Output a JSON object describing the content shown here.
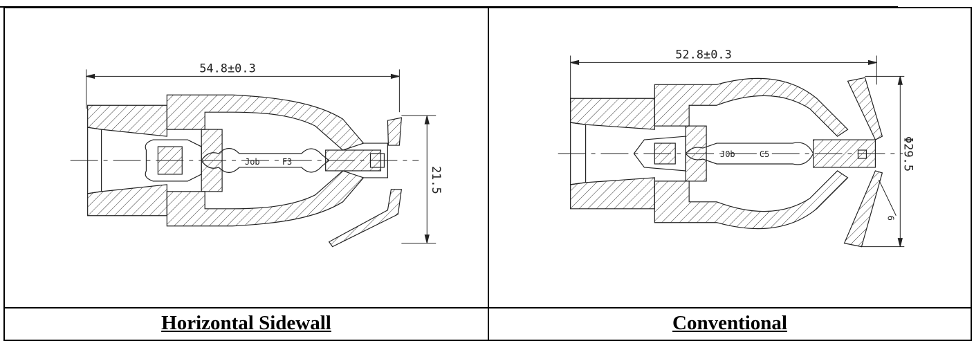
{
  "panels": [
    {
      "caption": "Horizontal Sidewall",
      "length_label": "54.8±0.3",
      "height_label": "21.5",
      "bulb_text_1": "Job",
      "bulb_text_2": "F3"
    },
    {
      "caption": "Conventional",
      "length_label": "52.8±0.3",
      "diameter_label": "Φ29.5",
      "bulb_text_1": "J0b",
      "bulb_text_2": "C5",
      "small_label": "6"
    }
  ]
}
